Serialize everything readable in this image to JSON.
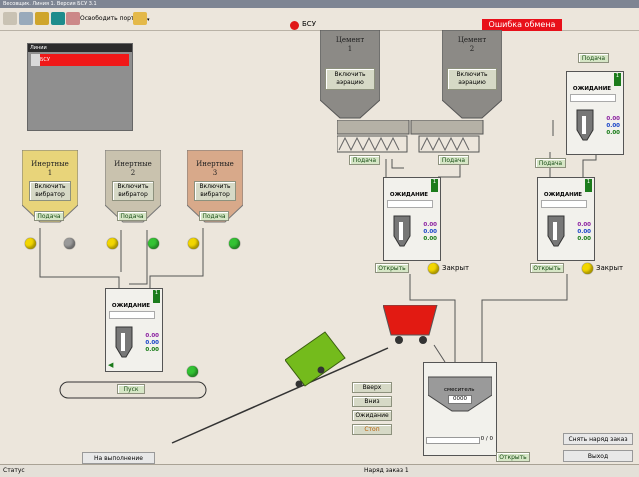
{
  "window": {
    "title": "Весовщик. Линия 1. Версия БСУ 3.1"
  },
  "toolbar": {
    "port_button": "Освободить порт",
    "bsu_label": "БСУ",
    "error_label": "Ошибка обмена"
  },
  "lines_panel": {
    "title": "Линии",
    "item": "БСУ"
  },
  "cement": [
    {
      "name": "Цемент",
      "num": "1",
      "button": "Включить аэрацию",
      "feed": "Подача"
    },
    {
      "name": "Цемент",
      "num": "2",
      "button": "Включить аэрацию",
      "feed": "Подача"
    }
  ],
  "inert": [
    {
      "name": "Инертные",
      "num": "1",
      "button": "Включить вибратор",
      "feed": "Подача"
    },
    {
      "name": "Инертные",
      "num": "2",
      "button": "Включить вибратор",
      "feed": "Подача"
    },
    {
      "name": "Инертные",
      "num": "3",
      "button": "Включить вибратор",
      "feed": "Подача"
    }
  ],
  "scales": {
    "status": "ОЖИДАНИЕ",
    "num": "1",
    "val_purple": "0.00",
    "val_blue": "0.00",
    "val_green": "0.00"
  },
  "right_feed": [
    "Подача",
    "Подача"
  ],
  "open_button": "Открыть",
  "closed_label": "Закрыт",
  "start_button": "Пуск",
  "controls": {
    "up": "Вверх",
    "down": "Вниз",
    "wait": "Ожидание",
    "stop": "Стоп"
  },
  "mixer": {
    "label": "смеситель",
    "value": "0000",
    "ratio": "0 / 0",
    "open": "Открыть"
  },
  "misc": {
    "not_executed": "На выполнение",
    "reset_order": "Снять наряд заказ",
    "exit": "Выход"
  },
  "statusbar": {
    "status": "Статус",
    "order": "Наряд заказ 1"
  },
  "colors": {
    "error": "#e8101a",
    "lamp_yellow": "#f2d600",
    "lamp_green": "#33c233",
    "lamp_grey": "#9a9a9a",
    "wagon_red": "#e21a12",
    "wagon_green": "#74bb1c"
  }
}
